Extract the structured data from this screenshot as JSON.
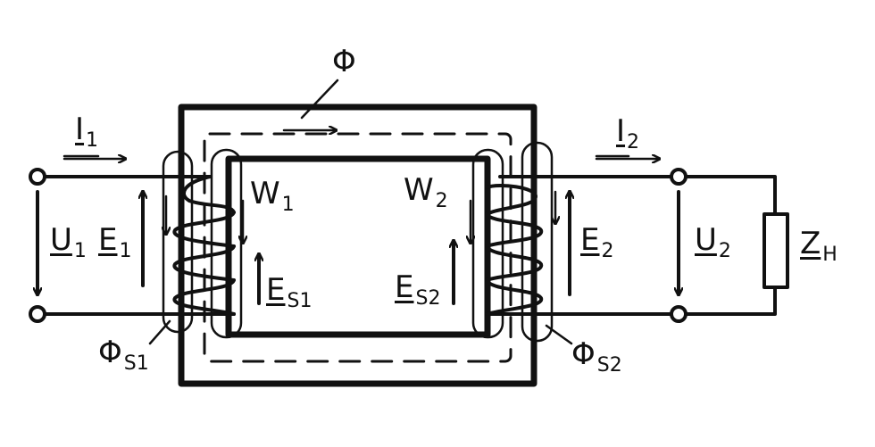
{
  "labels": {
    "flux": "Φ",
    "I1": "I",
    "I1_sub": "1",
    "I2": "I",
    "I2_sub": "2",
    "U1": "U",
    "U1_sub": "1",
    "U2": "U",
    "U2_sub": "2",
    "E1": "E",
    "E1_sub": "1",
    "E2": "E",
    "E2_sub": "2",
    "W1": "W",
    "W1_sub": "1",
    "W2": "W",
    "W2_sub": "2",
    "Es1": "E",
    "Es1_sub": "S1",
    "Es2": "E",
    "Es2_sub": "S2",
    "PhiS1": "Φ",
    "PhiS1_sub": "S1",
    "PhiS2": "Φ",
    "PhiS2_sub": "S2",
    "Zload": "Z",
    "Zload_sub": "Н"
  }
}
